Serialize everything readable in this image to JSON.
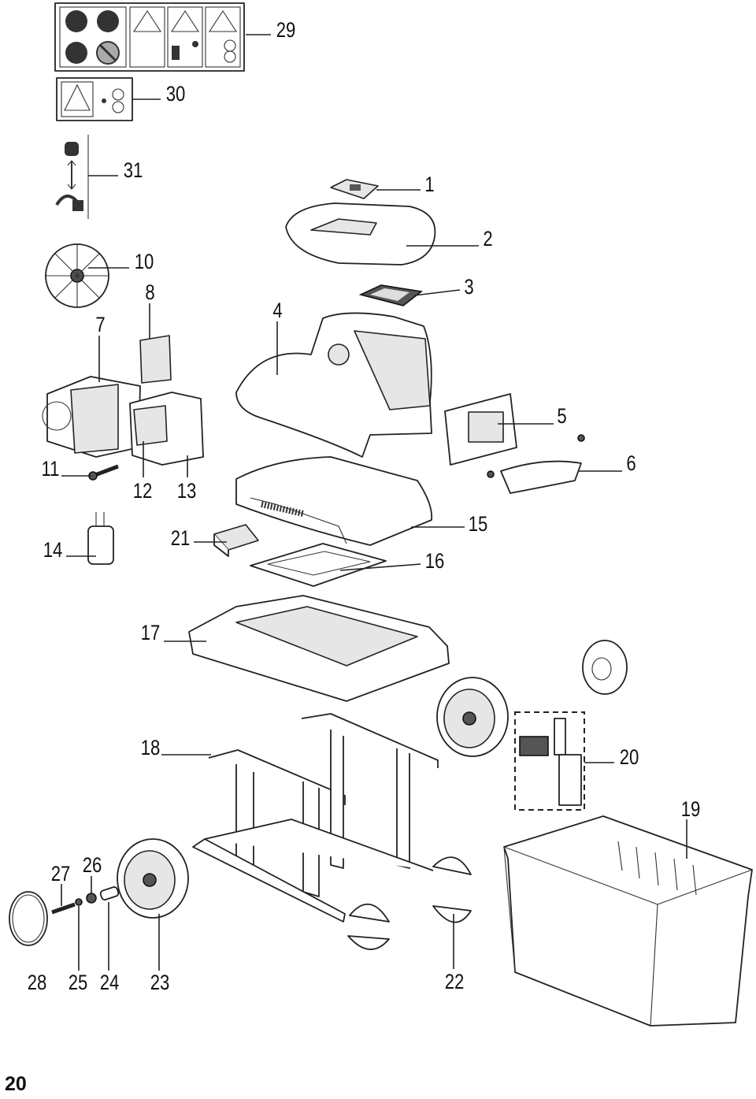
{
  "page": {
    "number": "20"
  },
  "callouts": {
    "c1": "1",
    "c2": "2",
    "c3": "3",
    "c4": "4",
    "c5": "5",
    "c6": "6",
    "c7": "7",
    "c8": "8",
    "c10": "10",
    "c11": "11",
    "c12": "12",
    "c13": "13",
    "c14": "14",
    "c15": "15",
    "c16": "16",
    "c17": "17",
    "c18": "18",
    "c19": "19",
    "c20": "20",
    "c21": "21",
    "c22": "22",
    "c23": "23",
    "c24": "24",
    "c25": "25",
    "c26": "26",
    "c27": "27",
    "c28": "28",
    "c29": "29",
    "c30": "30",
    "c31": "31"
  },
  "colors": {
    "line": "#222222",
    "background": "#ffffff",
    "icon_dark": "#333333"
  },
  "icons": [
    "safety-label-icon",
    "warning-label-icon",
    "lock-symbol-icon"
  ]
}
